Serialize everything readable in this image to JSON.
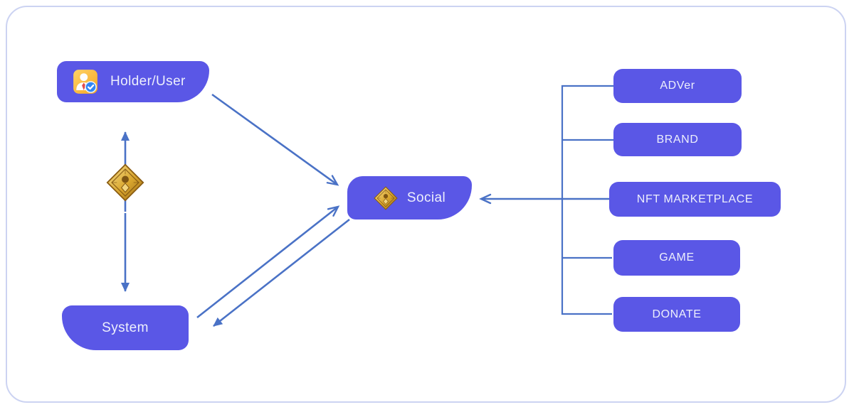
{
  "colors": {
    "node": "#5a57e6",
    "arrow": "#4a72c6",
    "canvas_border": "#ccd3f2",
    "label": "#edeffc"
  },
  "nodes": {
    "holder_user": {
      "label": "Holder/User",
      "icon": "verified-user-icon"
    },
    "system": {
      "label": "System"
    },
    "social": {
      "label": "Social",
      "icon": "gold-token-icon"
    },
    "exchange_token_icon": "gold-token-icon"
  },
  "right_items": [
    {
      "label": "ADVer"
    },
    {
      "label": "BRAND"
    },
    {
      "label": "NFT MARKETPLACE"
    },
    {
      "label": "GAME"
    },
    {
      "label": "DONATE"
    }
  ]
}
